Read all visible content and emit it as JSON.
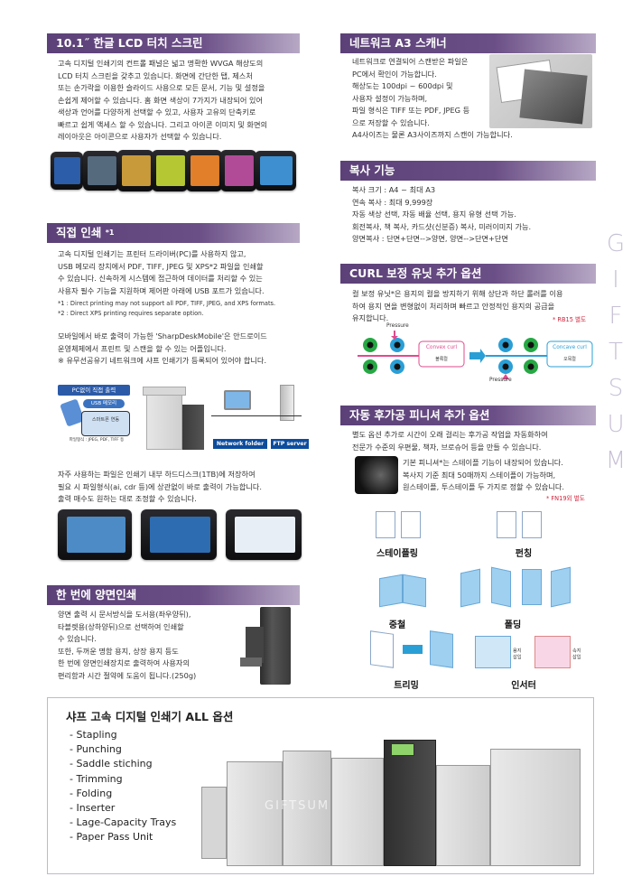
{
  "sections": {
    "lcd": {
      "title": "10.1˝ 한글 LCD 터치 스크린",
      "body": "고속 디지털 인쇄기의 컨트롤 패널은 넓고 명확한 WVGA 해상도의\nLCD 터치 스크린을 갖추고 있습니다. 화면에 간단한 탭, 제스처\n또는 손가락을 이용한 슬라이드 사용으로 모든 문서, 기능 및 설정을\n손쉽게 제어할 수 있습니다. 홈 화면 색상이 7가지가 내장되어 있어\n색상과 언어를 다양하게 선택할 수 있고, 사용자 고유의 단축키로\n빠르고 쉽게 액세스 할 수 있습니다. 그리고 아이콘 이미지 및 화면의\n레이아웃은 아이콘으로 사용자가 선택할 수 있습니다."
    },
    "direct": {
      "title": "직접 인쇄",
      "title_sup": "*1",
      "body": "고속 디지털 인쇄기는 프린터 드라이버(PC)를 사용하지 않고,\nUSB 메모리 장치에서 PDF, TIFF, JPEG 및 XPS*2 파일을 인쇄할\n수 있습니다. 신속하게 시스템에 접근하여 데이터를 처리할 수 있는\n사용자 필수 기능을 지원하며 제어판 아래에 USB 포트가 있습니다.",
      "note1": "*1 : Direct printing may not support all PDF, TIFF, JPEG, and XPS formats.",
      "note2": "*2 : Direct XPS printing requires separate option.",
      "mobile": "모바일에서 바로 출력이 가능한 'SharpDeskMobile'은 안드로이드\n운영체제에서 프린트 및 스캔을 할 수 있는 어플입니다.\n※ 유무선공유기 네트워크에 샤프 인쇄기가 등록되어 있어야 합니다.",
      "diagram": {
        "pc_label": "PC없이 직접 출력",
        "usb_label": "USB 메모리",
        "phone_label": "스마트폰 연동",
        "files_label": "파일형식 : JPEG, PDF, TIFF 등",
        "network_folder": "Network folder",
        "ftp_server": "FTP server"
      },
      "hdd": "자주 사용하는 파일은 인쇄기 내부 하드디스크(1TB)에 저장하여\n필요 시 파일형식(ai, cdr 등)에 상관없이 바로 출력이 가능합니다.\n출력 매수도 원하는 대로 조정할 수 있습니다."
    },
    "duplex": {
      "title": "한 번에 양면인쇄",
      "body": "양면 출력 시 문서방식을 도서용(좌우양뒤),\n타블렛용(상하양뒤)으로 선택하여 인쇄할\n수 있습니다.\n또한, 두꺼운 명함 용지, 상장 용지 등도\n한 번에 양면인쇄장치로 출력하여 사용자의\n편리함과 시간 절약에 도움이 됩니다.(250g)"
    },
    "scanner": {
      "title": "네트워크 A3 스캐너",
      "body": "네트워크로 연결되어 스캔받은 파일은\nPC에서 확인이 가능합니다.\n해상도는 100dpi ~ 600dpi 및\n사용자 설정이 가능하며,\n파일 형식은 TIFF 또는 PDF, JPEG 등\n으로 저장할 수 있습니다.\nA4사이즈는 물론 A3사이즈까지 스캔이 가능합니다."
    },
    "copy": {
      "title": "복사 기능",
      "body": "복사 크기 : A4 ~ 최대 A3\n연속 복사 : 최대 9,999장\n자동 색상 선택, 자동 배율 선택, 용지 유형 선택 가능.\n회전복사, 책 복사, 카드샷(신분증) 복사, 미러이미지 가능.\n양면복사 : 단면+단면-->양면,  양면-->단면+단면"
    },
    "curl": {
      "title": "CURL 보정 유닛 추가 옵션",
      "body": "컬 보정 유닛*은 용지의 컬을 방지하기 위해 상단과 하단 롤러를 이용\n하여 용지 면을 변형없이 처리하며 빠르고 안정적인 용지의 공급을\n유지합니다.",
      "note": "* RB15 별도",
      "pressure_top": "Pressure",
      "pressure_bottom": "Pressure",
      "convex": "Convex curl",
      "convex_sub": "볼록컬",
      "concave": "Concave curl",
      "concave_sub": "오목컬"
    },
    "finisher": {
      "title": "자동 후가공 피니셔 추가 옵션",
      "body": "별도 옵션 추가로 시간이 오래 걸리는 후가공 작업을 자동화하여\n전문가 수준의 우편물, 책자, 브로슈어 등을 만들 수 있습니다.",
      "detail": "기본 피니셔*는 스테이플 기능이 내장되어 있습니다.\n복사지 기준 최대 50매까지 스테이플이 가능하며,\n원스테이플, 투스테이플 두 가지로 정할 수 있습니다.",
      "note": "* FN19외 별도",
      "labels": {
        "staple": "스테이플링",
        "punch": "펀칭",
        "saddle": "중철",
        "fold": "폴딩",
        "trim": "트리밍",
        "insert": "인서터",
        "insert_a": "용지\n삽입",
        "insert_b": "속지\n삽입"
      }
    }
  },
  "bottom": {
    "title": "샤프 고속 디지털 인쇄기 ALL 옵션",
    "options": [
      "- Stapling",
      "- Punching",
      "- Saddle stiching",
      "- Trimming",
      "- Folding",
      "- Inserter",
      "- Lage-Capacity Trays",
      "- Paper Pass Unit"
    ]
  },
  "brand": [
    "G",
    "I",
    "F",
    "T",
    "S",
    "U",
    "M"
  ],
  "watermark": "GIFTSUM",
  "colors": {
    "header": "#5c4178",
    "accent_red": "#d2243b",
    "curl_pink": "#e24a8e",
    "curl_blue": "#2a9fd6",
    "roller_green": "#26a844"
  }
}
